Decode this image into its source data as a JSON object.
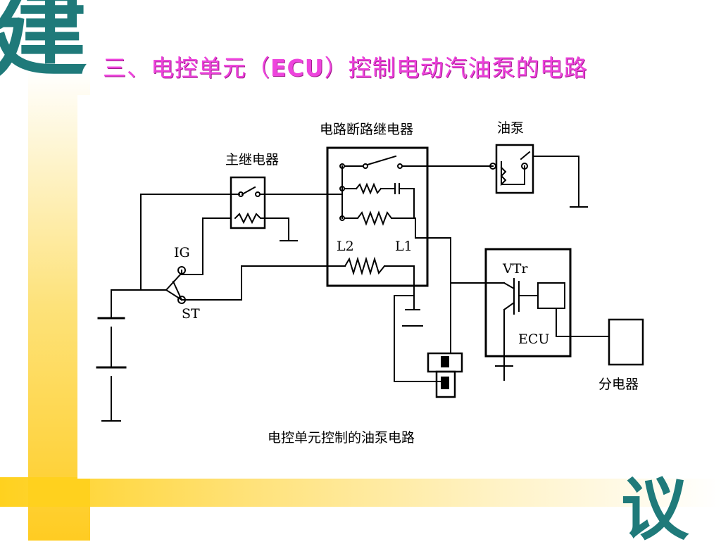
{
  "title": {
    "prefix": "三、电控单元（",
    "acronym": "ECU",
    "suffix": "）控制电动汽油泵的电路"
  },
  "decor": {
    "top_glyph": "建",
    "bottom_glyph": "议",
    "accent_color": "#ffd11e",
    "glyph_color": "#1f7a7a",
    "title_color": "#ee44dd"
  },
  "diagram": {
    "labels": {
      "main_relay": "主继电器",
      "circuit_opening_relay": "电路断路继电器",
      "fuel_pump": "油泵",
      "ig": "IG",
      "st": "ST",
      "l2": "L2",
      "l1": "L1",
      "vtr": "VTr",
      "ecu": "ECU",
      "distributor": "分电器"
    },
    "caption": "电控单元控制的油泵电路"
  }
}
